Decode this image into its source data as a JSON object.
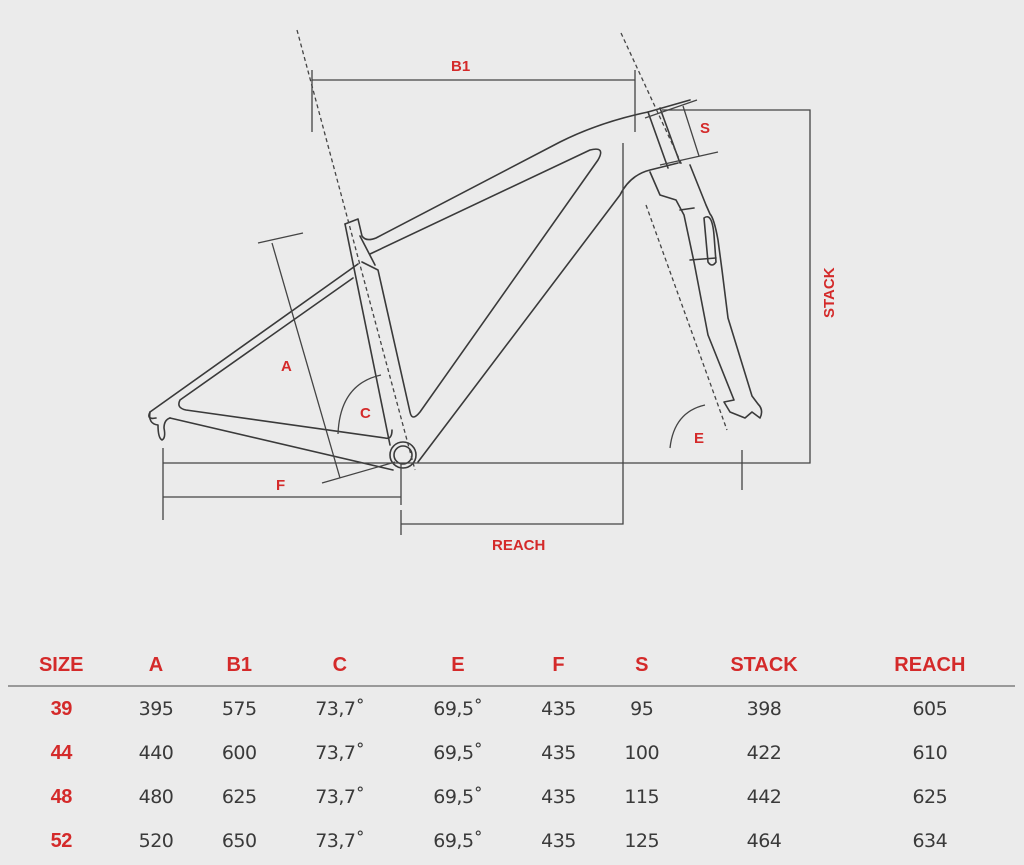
{
  "diagram": {
    "labels": {
      "b1": "B1",
      "s": "S",
      "stack": "STACK",
      "a": "A",
      "c": "C",
      "e": "E",
      "f": "F",
      "reach": "REACH"
    },
    "accent_color": "#d42a2a"
  },
  "table": {
    "headers": [
      "SIZE",
      "A",
      "B1",
      "C",
      "E",
      "F",
      "S",
      "STACK",
      "REACH"
    ],
    "rows": [
      [
        "39",
        "395",
        "575",
        "73,7˚",
        "69,5˚",
        "435",
        "95",
        "398",
        "605"
      ],
      [
        "44",
        "440",
        "600",
        "73,7˚",
        "69,5˚",
        "435",
        "100",
        "422",
        "610"
      ],
      [
        "48",
        "480",
        "625",
        "73,7˚",
        "69,5˚",
        "435",
        "115",
        "442",
        "625"
      ],
      [
        "52",
        "520",
        "650",
        "73,7˚",
        "69,5˚",
        "435",
        "125",
        "464",
        "634"
      ]
    ]
  }
}
